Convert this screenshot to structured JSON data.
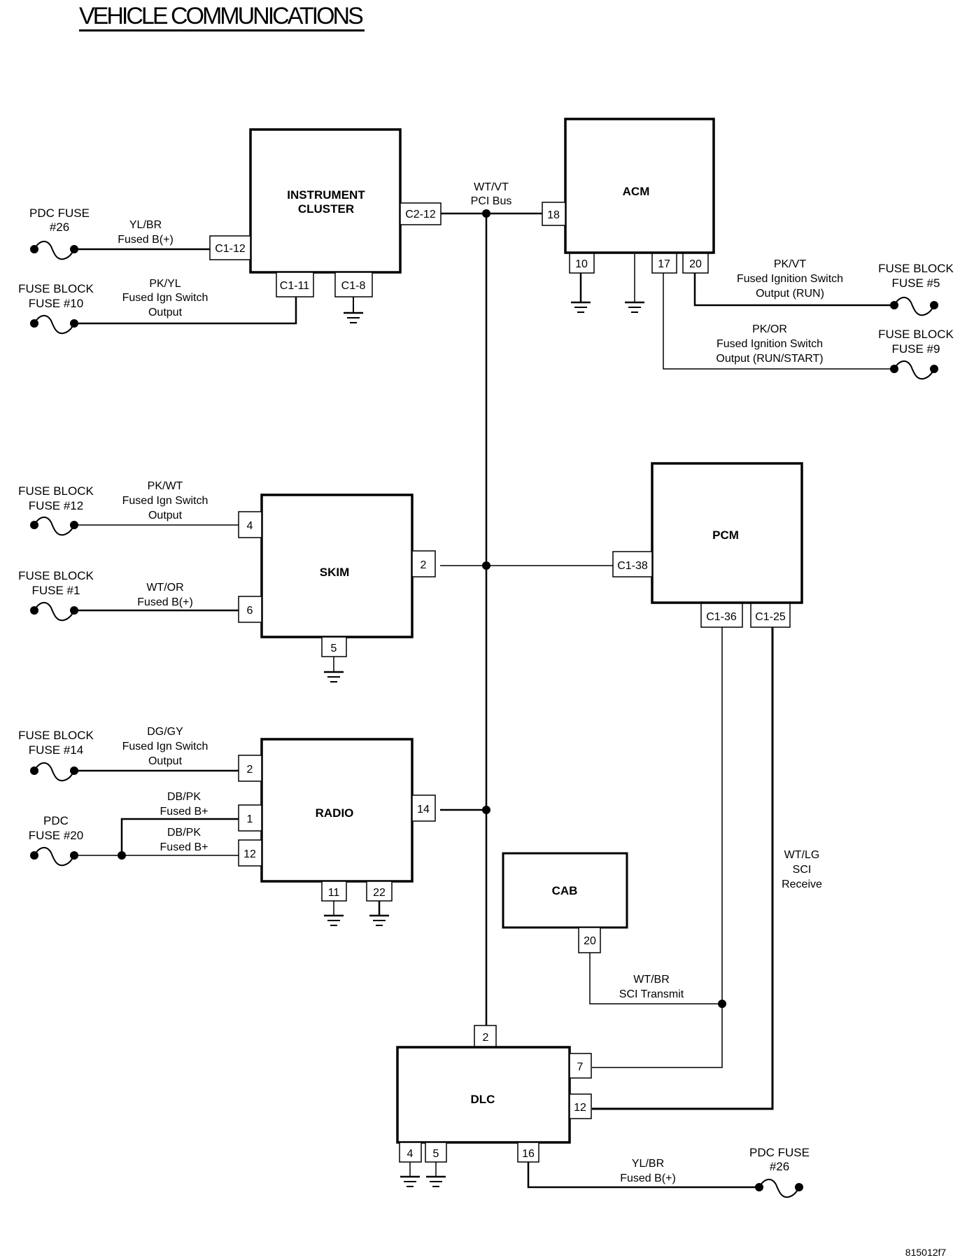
{
  "title": "VEHICLE COMMUNICATIONS",
  "figure_id": "815012f7",
  "modules": {
    "instrument_cluster": {
      "line1": "INSTRUMENT",
      "line2": "CLUSTER",
      "pins": {
        "c2_12": "C2-12",
        "c1_12": "C1-12",
        "c1_11": "C1-11",
        "c1_8": "C1-8"
      }
    },
    "acm": {
      "name": "ACM",
      "pins": {
        "p18": "18",
        "p10": "10",
        "p17": "17",
        "p20": "20"
      }
    },
    "pcm": {
      "name": "PCM",
      "pins": {
        "c1_38": "C1-38",
        "c1_36": "C1-36",
        "c1_25": "C1-25"
      }
    },
    "skim": {
      "name": "SKIM",
      "pins": {
        "p4": "4",
        "p6": "6",
        "p2": "2",
        "p5": "5"
      }
    },
    "radio": {
      "name": "RADIO",
      "pins": {
        "p2": "2",
        "p1": "1",
        "p12": "12",
        "p14": "14",
        "p11": "11",
        "p22": "22"
      }
    },
    "cab": {
      "name": "CAB",
      "pins": {
        "p20": "20"
      }
    },
    "dlc": {
      "name": "DLC",
      "pins": {
        "p2": "2",
        "p7": "7",
        "p12": "12",
        "p4": "4",
        "p5": "5",
        "p16": "16"
      }
    }
  },
  "fuses": {
    "pdc26_top": {
      "line1": "PDC FUSE",
      "line2": "#26"
    },
    "fb10": {
      "line1": "FUSE BLOCK",
      "line2": "FUSE #10"
    },
    "fb5": {
      "line1": "FUSE BLOCK",
      "line2": "FUSE #5"
    },
    "fb9": {
      "line1": "FUSE BLOCK",
      "line2": "FUSE #9"
    },
    "fb12": {
      "line1": "FUSE BLOCK",
      "line2": "FUSE #12"
    },
    "fb1": {
      "line1": "FUSE BLOCK",
      "line2": "FUSE #1"
    },
    "fb14": {
      "line1": "FUSE BLOCK",
      "line2": "FUSE #14"
    },
    "pdc20": {
      "line1": "PDC",
      "line2": "FUSE #20"
    },
    "pdc26_bottom": {
      "line1": "PDC FUSE",
      "line2": "#26"
    }
  },
  "wires": {
    "pci_bus": {
      "color": "WT/VT",
      "desc": "PCI Bus"
    },
    "ic_c1_12": {
      "color": "YL/BR",
      "desc": "Fused B(+)"
    },
    "ic_c1_11": {
      "color": "PK/YL",
      "desc1": "Fused Ign Switch",
      "desc2": "Output"
    },
    "acm_20": {
      "color": "PK/VT",
      "desc1": "Fused Ignition Switch",
      "desc2": "Output (RUN)"
    },
    "acm_17": {
      "color": "PK/OR",
      "desc1": "Fused Ignition Switch",
      "desc2": "Output (RUN/START)"
    },
    "skim_4": {
      "color": "PK/WT",
      "desc1": "Fused Ign Switch",
      "desc2": "Output"
    },
    "skim_6": {
      "color": "WT/OR",
      "desc": "Fused B(+)"
    },
    "radio_2": {
      "color": "DG/GY",
      "desc1": "Fused Ign Switch",
      "desc2": "Output"
    },
    "radio_1": {
      "color": "DB/PK",
      "desc": "Fused B+"
    },
    "radio_12": {
      "color": "DB/PK",
      "desc": "Fused B+"
    },
    "sci_receive": {
      "color": "WT/LG",
      "desc1": "SCI",
      "desc2": "Receive"
    },
    "sci_transmit": {
      "color": "WT/BR",
      "desc": "SCI Transmit"
    },
    "dlc_16": {
      "color": "YL/BR",
      "desc": "Fused B(+)"
    }
  }
}
